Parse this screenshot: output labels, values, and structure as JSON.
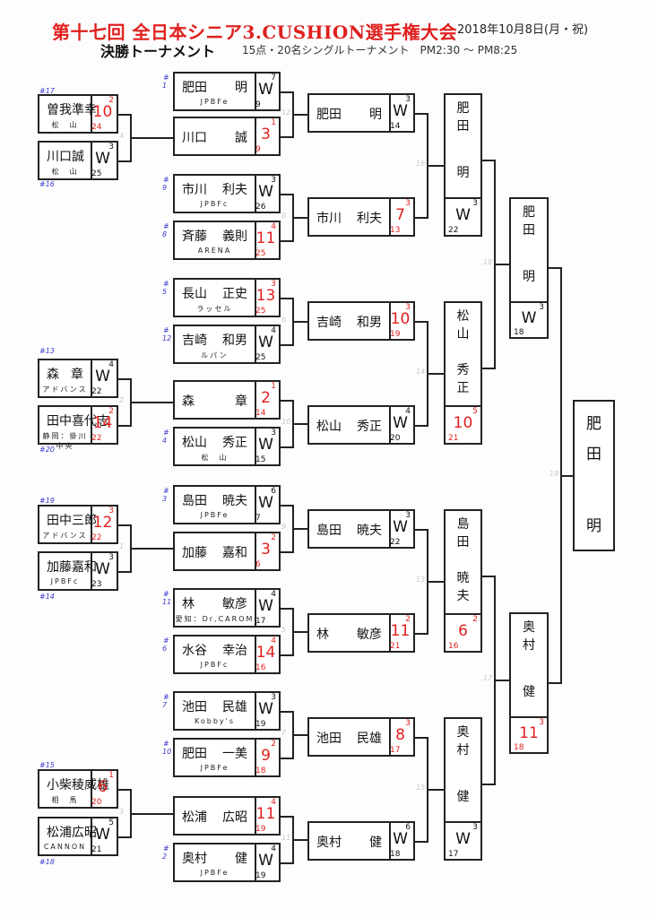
{
  "header": {
    "title": "第十七回 全日本シニア3.CUSHION選手権大会",
    "date": "2018年10月8日(月・祝)",
    "subtitle": "決勝トーナメント",
    "info": "15点・20名シングルトーナメント　PM2:30 ～ PM8:25"
  },
  "seeds": {
    "s17": "#17",
    "s16": "#16",
    "s13": "#13",
    "s20": "#20",
    "s19": "#19",
    "s14": "#14",
    "s15": "#15",
    "s18": "#18",
    "h1": "#",
    "n1": "1",
    "h9": "#",
    "n9": "9",
    "h8": "#",
    "n8": "8",
    "h5": "#",
    "n5": "5",
    "h12": "#",
    "n12": "12",
    "h4": "#",
    "n4": "4",
    "h3": "#",
    "n3": "3",
    "h11": "#",
    "n11": "11",
    "h6": "#",
    "n6": "6",
    "h7": "#",
    "n7": "7",
    "h10": "#",
    "n10": "10",
    "h2": "#",
    "n2": "2"
  },
  "match_numbers": {
    "m4": "4",
    "m12": "12",
    "m8": "8",
    "m16": "16",
    "m6": "6",
    "m2": "2",
    "m10": "10",
    "m14": "14",
    "m18": "18",
    "m19": "19",
    "m1": "1",
    "m9": "9",
    "m5": "5",
    "m13": "13",
    "m7": "7",
    "m3": "3",
    "m11": "11",
    "m15": "15",
    "m17": "17"
  },
  "round1": [
    {
      "family": "曽我",
      "given": "準幸",
      "club": "松　山",
      "score": "10",
      "innings": "2",
      "hr": "24",
      "win": false
    },
    {
      "family": "川口",
      "given": "誠",
      "club": "松　山",
      "score": "W",
      "innings": "3",
      "hr": "25",
      "win": true
    },
    {
      "family": "森",
      "given": "章",
      "club": "アドバンス",
      "score": "W",
      "innings": "4",
      "hr": "22",
      "win": true
    },
    {
      "family": "田中喜代志",
      "given": "",
      "club": "静岡：掛川中央",
      "score": "14",
      "innings": "2",
      "hr": "22",
      "win": false
    },
    {
      "family": "田中",
      "given": "三郎",
      "club": "アドバンス",
      "score": "12",
      "innings": "3",
      "hr": "22",
      "win": false
    },
    {
      "family": "加藤",
      "given": "嘉和",
      "club": "JPBFc",
      "score": "W",
      "innings": "3",
      "hr": "23",
      "win": true
    },
    {
      "family": "小柴稜威雄",
      "given": "",
      "club": "相　馬",
      "score": "6",
      "innings": "1",
      "hr": "20",
      "win": false
    },
    {
      "family": "松浦",
      "given": "広昭",
      "club": "CANNON",
      "score": "W",
      "innings": "5",
      "hr": "21",
      "win": true
    }
  ],
  "round2": [
    {
      "family": "肥田",
      "given": "明",
      "club": "JPBFe",
      "score": "W",
      "innings": "7",
      "hr": "9",
      "win": true
    },
    {
      "family": "川口",
      "given": "誠",
      "club": "",
      "score": "3",
      "innings": "1",
      "hr": "9",
      "win": false
    },
    {
      "family": "市川",
      "given": "利夫",
      "club": "JPBFc",
      "score": "W",
      "innings": "3",
      "hr": "26",
      "win": true
    },
    {
      "family": "斉藤",
      "given": "義則",
      "club": "ARENA",
      "score": "11",
      "innings": "4",
      "hr": "25",
      "win": false
    },
    {
      "family": "長山",
      "given": "正史",
      "club": "ラッセル",
      "score": "13",
      "innings": "3",
      "hr": "25",
      "win": false
    },
    {
      "family": "吉崎",
      "given": "和男",
      "club": "ルパン",
      "score": "W",
      "innings": "4",
      "hr": "25",
      "win": true
    },
    {
      "family": "森",
      "given": "章",
      "club": "",
      "score": "2",
      "innings": "1",
      "hr": "14",
      "win": false
    },
    {
      "family": "松山",
      "given": "秀正",
      "club": "松　山",
      "score": "W",
      "innings": "3",
      "hr": "15",
      "win": true
    },
    {
      "family": "島田",
      "given": "暁夫",
      "club": "JPBFe",
      "score": "W",
      "innings": "6",
      "hr": "7",
      "win": true
    },
    {
      "family": "加藤",
      "given": "嘉和",
      "club": "",
      "score": "3",
      "innings": "2",
      "hr": "6",
      "win": false
    },
    {
      "family": "林",
      "given": "敏彦",
      "club": "愛知：Dr,CAROM",
      "score": "W",
      "innings": "4",
      "hr": "17",
      "win": true
    },
    {
      "family": "水谷",
      "given": "幸治",
      "club": "JPBFc",
      "score": "14",
      "innings": "4",
      "hr": "16",
      "win": false
    },
    {
      "family": "池田",
      "given": "民雄",
      "club": "Kobby's",
      "score": "W",
      "innings": "3",
      "hr": "19",
      "win": true
    },
    {
      "family": "肥田",
      "given": "一美",
      "club": "JPBFe",
      "score": "9",
      "innings": "2",
      "hr": "18",
      "win": false
    },
    {
      "family": "松浦",
      "given": "広昭",
      "club": "",
      "score": "11",
      "innings": "4",
      "hr": "19",
      "win": false
    },
    {
      "family": "奥村",
      "given": "健",
      "club": "JPBFe",
      "score": "W",
      "innings": "4",
      "hr": "19",
      "win": true
    }
  ],
  "round3": [
    {
      "family": "肥田",
      "given": "明",
      "score": "W",
      "innings": "3",
      "hr": "14",
      "win": true
    },
    {
      "family": "市川",
      "given": "利夫",
      "score": "7",
      "innings": "3",
      "hr": "13",
      "win": false
    },
    {
      "family": "吉崎",
      "given": "和男",
      "score": "10",
      "innings": "3",
      "hr": "19",
      "win": false
    },
    {
      "family": "松山",
      "given": "秀正",
      "score": "W",
      "innings": "4",
      "hr": "20",
      "win": true
    },
    {
      "family": "島田",
      "given": "暁夫",
      "score": "W",
      "innings": "3",
      "hr": "22",
      "win": true
    },
    {
      "family": "林",
      "given": "敏彦",
      "score": "11",
      "innings": "2",
      "hr": "21",
      "win": false
    },
    {
      "family": "池田",
      "given": "民雄",
      "score": "8",
      "innings": "3",
      "hr": "17",
      "win": false
    },
    {
      "family": "奥村",
      "given": "健",
      "score": "W",
      "innings": "6",
      "hr": "18",
      "win": true
    }
  ],
  "round4": [
    {
      "c1": "肥",
      "c2": "田",
      "c3": "明",
      "c4": "",
      "score": "W",
      "innings": "3",
      "hr": "22",
      "win": true
    },
    {
      "c1": "松",
      "c2": "山",
      "c3": "秀",
      "c4": "正",
      "score": "10",
      "innings": "5",
      "hr": "21",
      "win": false
    },
    {
      "c1": "島",
      "c2": "田",
      "c3": "暁",
      "c4": "夫",
      "score": "6",
      "innings": "2",
      "hr": "16",
      "win": false
    },
    {
      "c1": "奥",
      "c2": "村",
      "c3": "健",
      "c4": "",
      "score": "W",
      "innings": "3",
      "hr": "17",
      "win": true
    }
  ],
  "round5": [
    {
      "c1": "肥",
      "c2": "田",
      "c3": "明",
      "score": "W",
      "innings": "3",
      "hr": "18",
      "win": true
    },
    {
      "c1": "奥",
      "c2": "村",
      "c3": "健",
      "score": "11",
      "innings": "3",
      "hr": "18",
      "win": false
    }
  ],
  "champion": {
    "c1": "肥",
    "c2": "田",
    "c3": "明"
  }
}
